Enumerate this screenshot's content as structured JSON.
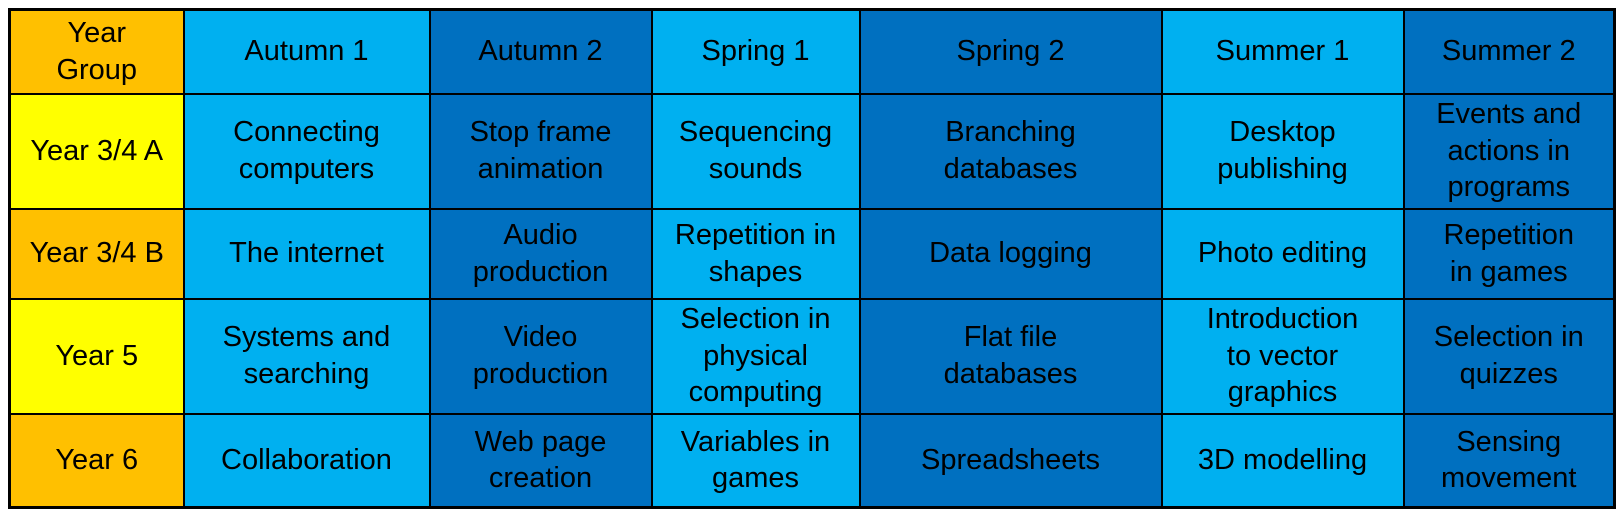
{
  "colors": {
    "orange": "#FFC000",
    "yellow": "#FFFF00",
    "light_blue": "#00B0F0",
    "dark_blue": "#0070C0",
    "border": "#000000",
    "text": "#000000"
  },
  "table": {
    "corner_header": "Year\nGroup",
    "column_headers": [
      "Autumn 1",
      "Autumn 2",
      "Spring 1",
      "Spring 2",
      "Summer 1",
      "Summer 2"
    ],
    "rows": [
      {
        "year_group": "Year 3/4 A",
        "cells": [
          "Connecting\ncomputers",
          "Stop frame\nanimation",
          "Sequencing\nsounds",
          "Branching\ndatabases",
          "Desktop\npublishing",
          "Events and\nactions in\nprograms"
        ]
      },
      {
        "year_group": "Year 3/4 B",
        "cells": [
          "The internet",
          "Audio\nproduction",
          "Repetition in\nshapes",
          "Data logging",
          "Photo editing",
          "Repetition\nin games"
        ]
      },
      {
        "year_group": "Year 5",
        "cells": [
          "Systems and\nsearching",
          "Video\nproduction",
          "Selection in\nphysical\ncomputing",
          "Flat file\ndatabases",
          "Introduction\nto vector\ngraphics",
          "Selection in\nquizzes"
        ]
      },
      {
        "year_group": "Year 6",
        "cells": [
          "Collaboration",
          "Web page\ncreation",
          "Variables in\ngames",
          "Spreadsheets",
          "3D modelling",
          "Sensing\nmovement"
        ]
      }
    ]
  }
}
